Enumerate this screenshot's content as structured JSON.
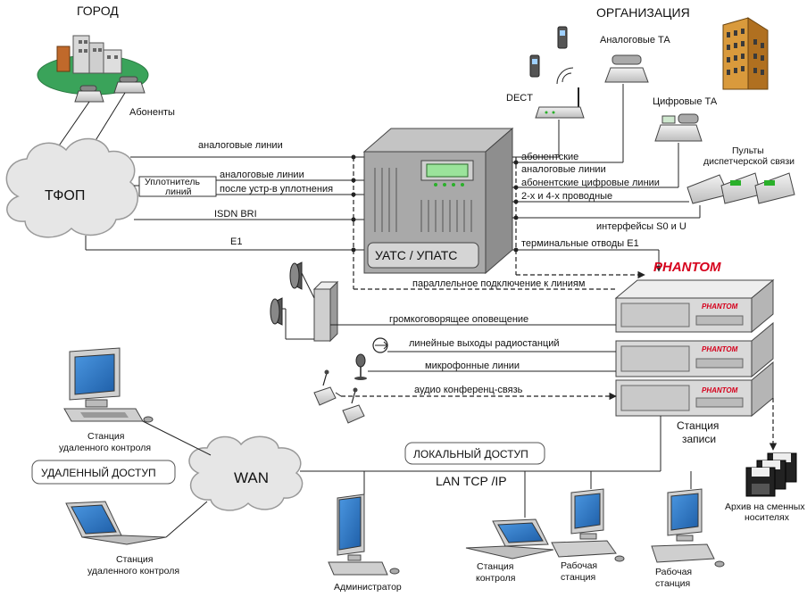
{
  "labels": {
    "city": "ГОРОД",
    "organization": "ОРГАНИЗАЦИЯ",
    "subscribers": "Абоненты",
    "dect": "DECT",
    "analog_phones": "Аналоговые ТА",
    "digital_phones": "Цифровые ТА",
    "dispatch_consoles_1": "Пульты",
    "dispatch_consoles_2": "диспетчерской связи",
    "pstn": "ТФОП",
    "wan": "WAN",
    "pbx": "УАТС / УПАТС",
    "multiplexer_1": "Уплотнитель",
    "multiplexer_2": "линий",
    "phantom": "PHANTOM",
    "recorder_badge": "PHANTOM",
    "recording_station_1": "Станция",
    "recording_station_2": "записи",
    "archive_1": "Архив на сменных",
    "archive_2": "носителях",
    "remote_access": "УДАЛЕННЫЙ  ДОСТУП",
    "local_access": "ЛОКАЛЬНЫЙ ДОСТУП",
    "lan": "LAN  TCP /IP",
    "remote_station_a_1": "Станция",
    "remote_station_a_2": "удаленного контроля",
    "remote_station_b_1": "Станция",
    "remote_station_b_2": "удаленного контроля",
    "administrator": "Администратор",
    "control_station_1": "Станция",
    "control_station_2": "контроля",
    "workstation_a_1": "Рабочая",
    "workstation_a_2": "станция",
    "workstation_b_1": "Рабочая",
    "workstation_b_2": "станция"
  },
  "left_links": {
    "analog_lines": "аналоговые линии",
    "mux_analog_lines": "аналоговые линии",
    "mux_after_compression": "после устр-в уплотнения",
    "isdn_bri": "ISDN BRI",
    "e1": "E1"
  },
  "right_links": {
    "subscriber": "абонентские",
    "analog_lines": "аналоговые линии",
    "subscriber_digital": "абонентские цифровые линии",
    "two_four_wire": "2-х и 4-х проводные",
    "s0_u_interfaces": "интерфейсы S0 и U",
    "terminal_e1_taps": "терминальные отводы E1",
    "parallel_connection": "параллельное подключение к линиям"
  },
  "recorder_inputs": {
    "loudspeaker": "громкоговорящее оповещение",
    "radio_outputs": "линейные выходы радиостанций",
    "microphone_lines": "микрофонные линии",
    "audio_conference": "аудио конференц-связь"
  },
  "colors": {
    "phantom_red": "#d6001c",
    "cloud": "#e6e6e6",
    "pbx_body": "#a9a9a9",
    "recorder_body": "#d9d9d9",
    "screen": "#2f78c8",
    "building": "#d99a3c"
  }
}
